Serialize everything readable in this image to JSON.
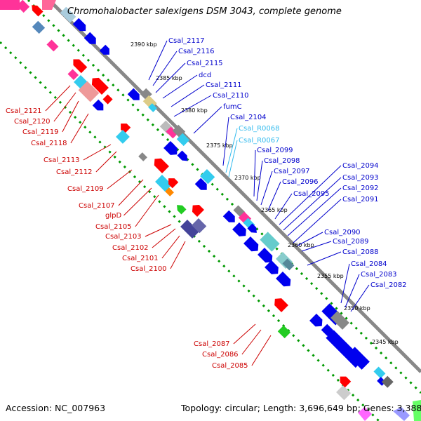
{
  "title": "Chromohalobacter salexigens DSM 3043, complete genome",
  "footer": {
    "accession": "Accession: NC_007963",
    "summary": "Topology: circular; Length: 3,696,649 bp; Genes: 3,388"
  },
  "colors": {
    "forward": "#ff0000",
    "reverse": "#0000ff",
    "rna": "#33ccff",
    "backbone": "#888888",
    "ticks": "#00aa00"
  },
  "ticks": [
    "2390 kbp",
    "2385 kbp",
    "2380 kbp",
    "2375 kbp",
    "2370 kbp",
    "2365 kbp",
    "2360 kbp",
    "2355 kbp",
    "2350 kbp",
    "2345 kbp"
  ],
  "right_labels": [
    {
      "text": "Csal_2117",
      "color": "#0000cc"
    },
    {
      "text": "Csal_2116",
      "color": "#0000cc"
    },
    {
      "text": "Csal_2115",
      "color": "#0000cc"
    },
    {
      "text": "dcd",
      "color": "#0000cc"
    },
    {
      "text": "Csal_2111",
      "color": "#0000cc"
    },
    {
      "text": "Csal_2110",
      "color": "#0000cc"
    },
    {
      "text": "fumC",
      "color": "#0000cc"
    },
    {
      "text": "Csal_2104",
      "color": "#0000cc"
    },
    {
      "text": "Csal_R0068",
      "color": "#33bbee"
    },
    {
      "text": "Csal_R0067",
      "color": "#33bbee"
    },
    {
      "text": "Csal_2099",
      "color": "#0000cc"
    },
    {
      "text": "Csal_2098",
      "color": "#0000cc"
    },
    {
      "text": "Csal_2097",
      "color": "#0000cc"
    },
    {
      "text": "Csal_2096",
      "color": "#0000cc"
    },
    {
      "text": "Csal_2095",
      "color": "#0000cc"
    },
    {
      "text": "Csal_2094",
      "color": "#0000cc"
    },
    {
      "text": "Csal_2093",
      "color": "#0000cc"
    },
    {
      "text": "Csal_2092",
      "color": "#0000cc"
    },
    {
      "text": "Csal_2091",
      "color": "#0000cc"
    },
    {
      "text": "Csal_2090",
      "color": "#0000cc"
    },
    {
      "text": "Csal_2089",
      "color": "#0000cc"
    },
    {
      "text": "Csal_2088",
      "color": "#0000cc"
    },
    {
      "text": "Csal_2084",
      "color": "#0000cc"
    },
    {
      "text": "Csal_2083",
      "color": "#0000cc"
    },
    {
      "text": "Csal_2082",
      "color": "#0000cc"
    }
  ],
  "left_labels": [
    {
      "text": "Csal_2121",
      "color": "#cc0000"
    },
    {
      "text": "Csal_2120",
      "color": "#cc0000"
    },
    {
      "text": "Csal_2119",
      "color": "#cc0000"
    },
    {
      "text": "Csal_2118",
      "color": "#cc0000"
    },
    {
      "text": "Csal_2113",
      "color": "#cc0000"
    },
    {
      "text": "Csal_2112",
      "color": "#cc0000"
    },
    {
      "text": "Csal_2109",
      "color": "#cc0000"
    },
    {
      "text": "Csal_2107",
      "color": "#cc0000"
    },
    {
      "text": "glpD",
      "color": "#cc0000"
    },
    {
      "text": "Csal_2105",
      "color": "#cc0000"
    },
    {
      "text": "Csal_2103",
      "color": "#cc0000"
    },
    {
      "text": "Csal_2102",
      "color": "#cc0000"
    },
    {
      "text": "Csal_2101",
      "color": "#cc0000"
    },
    {
      "text": "Csal_2100",
      "color": "#cc0000"
    },
    {
      "text": "Csal_2087",
      "color": "#cc0000"
    },
    {
      "text": "Csal_2086",
      "color": "#cc0000"
    },
    {
      "text": "Csal_2085",
      "color": "#cc0000"
    }
  ]
}
